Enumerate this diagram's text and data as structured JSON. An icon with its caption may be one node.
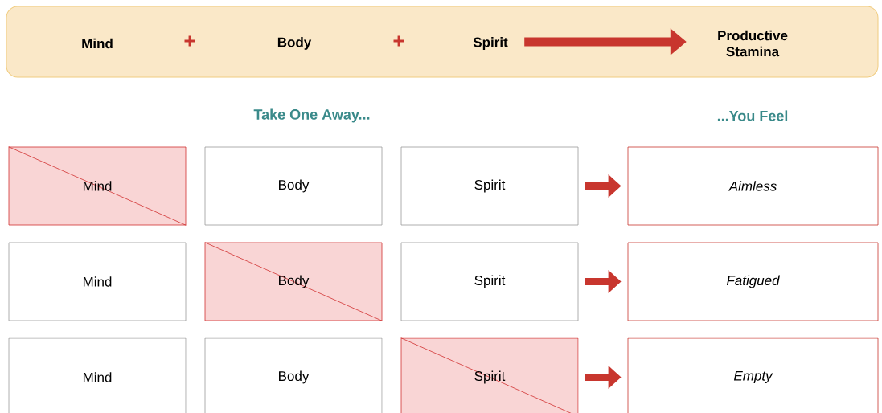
{
  "diagram": {
    "nodes": [
      {
        "text": [],
        "shape": "box"
      },
      {
        "text": [
          "Mind"
        ],
        "in": 0
      },
      {
        "text": [
          "Body"
        ],
        "in": 0
      },
      {
        "text": [
          "Spirit"
        ],
        "in": 0
      },
      {
        "text": [
          "Productive Stamina"
        ],
        "in": 0
      },
      {
        "text": [
          "Mind"
        ]
      },
      {
        "text": [
          "Body"
        ]
      },
      {
        "text": [
          "Spirit"
        ]
      },
      {
        "text": [
          "Aimless"
        ]
      },
      {
        "text": [
          "Mind"
        ]
      },
      {
        "text": [
          "Body"
        ]
      },
      {
        "text": [
          "Spirit"
        ]
      },
      {
        "text": [
          "Fatigued"
        ]
      },
      {
        "text": [
          "Mind"
        ]
      },
      {
        "text": [
          "Body"
        ]
      },
      {
        "text": [
          "Spirit"
        ]
      },
      {
        "text": [
          "Empty"
        ]
      }
    ],
    "edges": [
      {
        "from": 3,
        "to": 4,
        "arrow": "to"
      },
      {
        "from": 7,
        "to": 8,
        "arrow": "to"
      },
      {
        "from": 11,
        "to": 12,
        "arrow": "to"
      },
      {
        "from": 15,
        "to": 16,
        "arrow": "to"
      }
    ],
    "labels": [
      "+",
      "+",
      "Take One Away...",
      "...You Feel"
    ]
  }
}
